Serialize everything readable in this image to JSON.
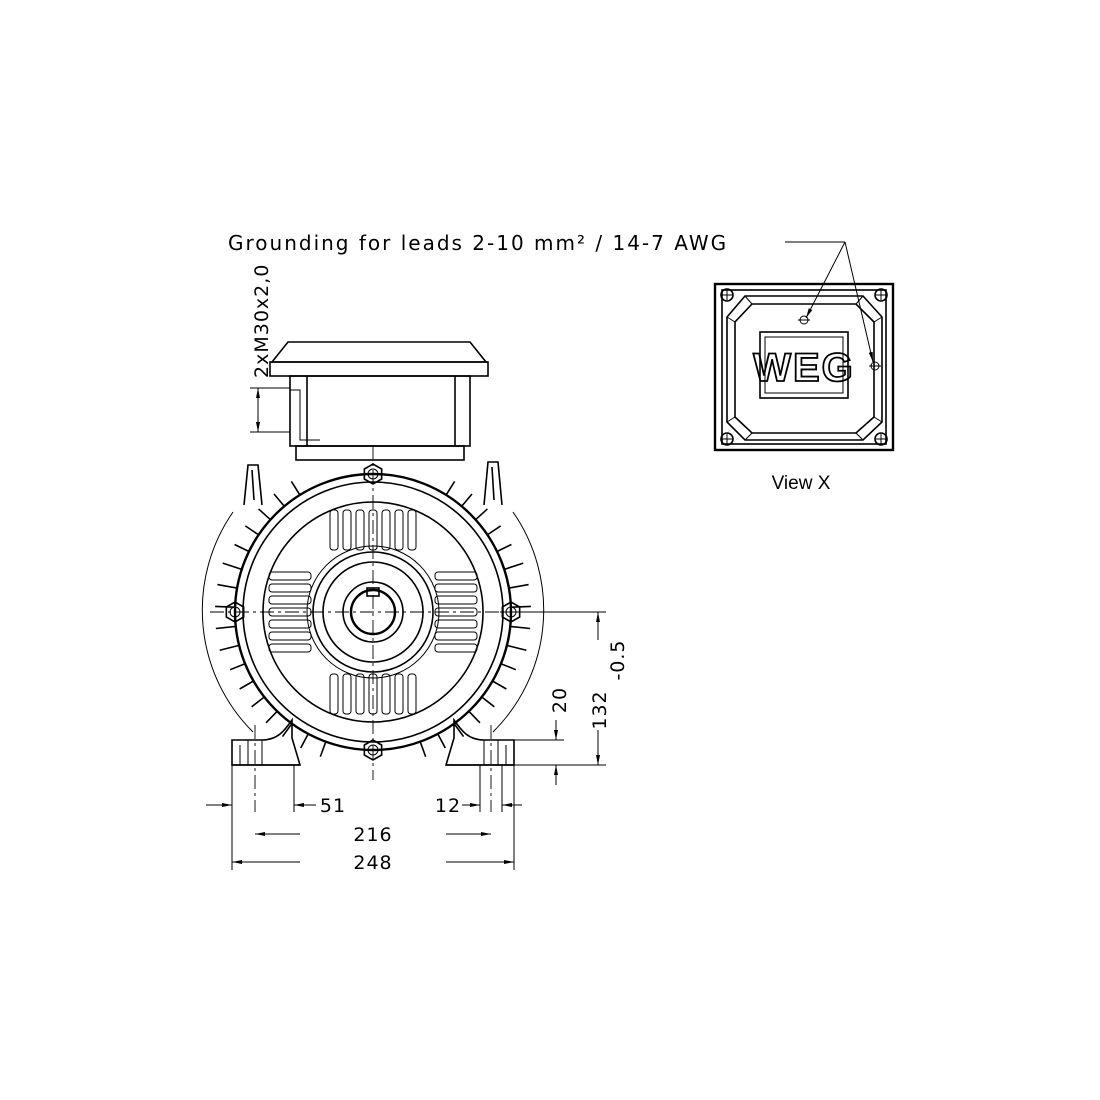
{
  "notes": {
    "grounding": "Grounding for leads 2-10 mm² / 14-7 AWG",
    "cable_gland": "2xM30x2,0"
  },
  "view_caption": "View X",
  "logo": {
    "text": "WEG"
  },
  "dimensions": {
    "foot_to_mount_hole": "51",
    "hole_dia": "12",
    "foot_hole_spacing": "216",
    "overall_width": "248",
    "foot_height": "20",
    "shaft_height": "132",
    "shaft_height_tolerance": "-0.5"
  }
}
